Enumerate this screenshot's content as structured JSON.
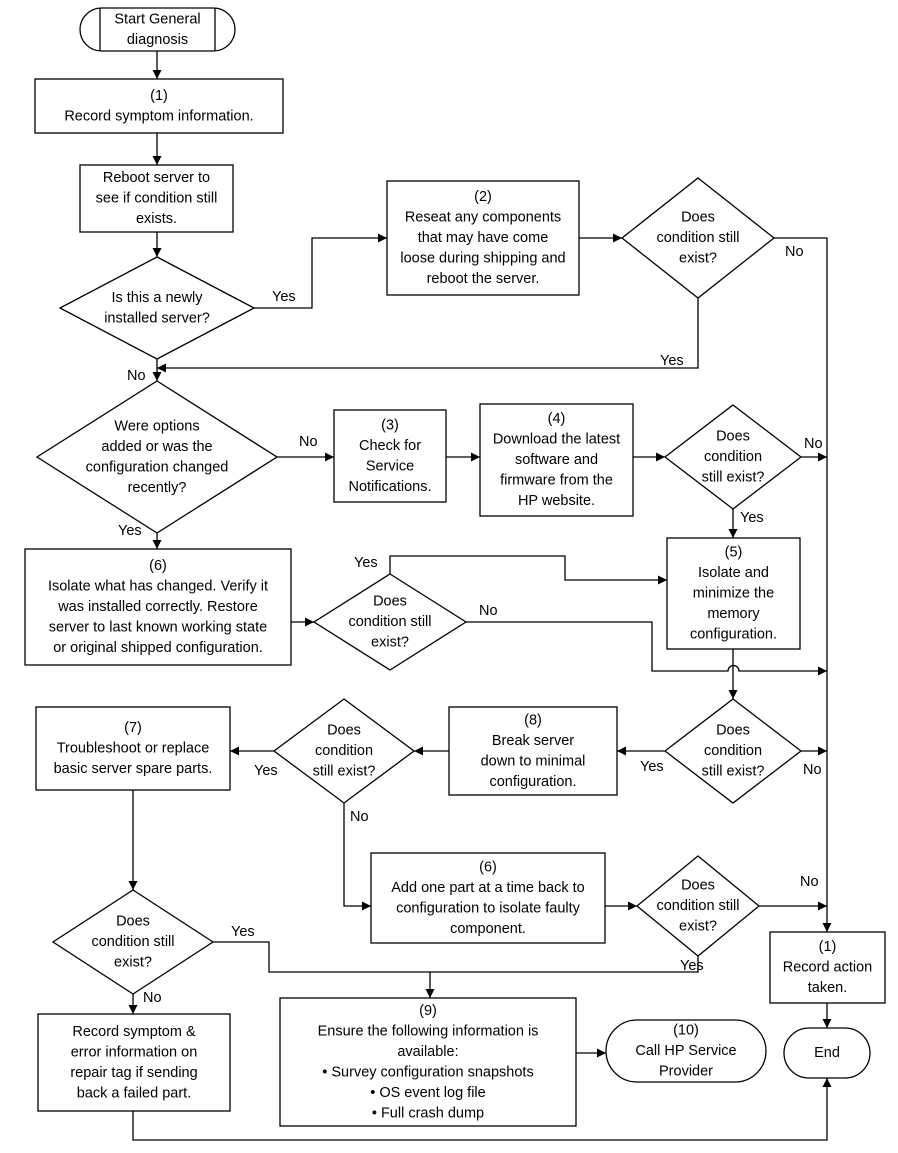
{
  "nodes": {
    "start": {
      "lines": [
        "Start General",
        "diagnosis"
      ]
    },
    "record_symptom": {
      "lines": [
        "(1)",
        "Record symptom information."
      ]
    },
    "reboot": {
      "lines": [
        "Reboot server to",
        "see if condition still",
        "exists."
      ]
    },
    "newly_installed": {
      "lines": [
        "Is this a newly",
        "installed server?"
      ]
    },
    "reseat": {
      "lines": [
        "(2)",
        "Reseat any components",
        "that may have come",
        "loose during shipping and",
        "reboot the server."
      ]
    },
    "cond_reseat": {
      "lines": [
        "Does",
        "condition still",
        "exist?"
      ]
    },
    "options_changed": {
      "lines": [
        "Were options",
        "added or was the",
        "configuration changed",
        "recently?"
      ]
    },
    "check_notifications": {
      "lines": [
        "(3)",
        "Check for",
        "Service",
        "Notifications."
      ]
    },
    "download": {
      "lines": [
        "(4)",
        "Download the latest",
        "software and",
        "firmware from the",
        "HP website."
      ]
    },
    "cond_download": {
      "lines": [
        "Does",
        "condition",
        "still exist?"
      ]
    },
    "isolate_changed": {
      "lines": [
        "(6)",
        "Isolate what has changed. Verify it",
        "was installed correctly.  Restore",
        "server to last known working state",
        "or original shipped configuration."
      ]
    },
    "cond_isolate": {
      "lines": [
        "Does",
        "condition still",
        "exist?"
      ]
    },
    "isolate_memory": {
      "lines": [
        "(5)",
        "Isolate and",
        "minimize the",
        "memory",
        "configuration."
      ]
    },
    "cond_memory": {
      "lines": [
        "Does",
        "condition",
        "still exist?"
      ]
    },
    "break_server": {
      "lines": [
        "(8)",
        "Break server",
        "down to minimal",
        "configuration."
      ]
    },
    "cond_break": {
      "lines": [
        "Does",
        "condition",
        "still exist?"
      ]
    },
    "troubleshoot": {
      "lines": [
        "(7)",
        "Troubleshoot or replace",
        "basic server spare parts."
      ]
    },
    "add_part": {
      "lines": [
        "(6)",
        "Add one part at a time back to",
        "configuration to isolate faulty",
        "component."
      ]
    },
    "cond_add": {
      "lines": [
        "Does",
        "condition still",
        "exist?"
      ]
    },
    "cond_troubleshoot": {
      "lines": [
        "Does",
        "condition still",
        "exist?"
      ]
    },
    "record_action": {
      "lines": [
        "(1)",
        "Record action",
        "taken."
      ]
    },
    "record_error": {
      "lines": [
        "Record symptom &",
        "error information on",
        "repair tag if sending",
        "back a failed part."
      ]
    },
    "ensure_info": {
      "lines": [
        "(9)",
        "Ensure the following information is",
        "available:",
        "Survey configuration snapshots",
        "OS event log file",
        "Full crash dump"
      ]
    },
    "call_hp": {
      "lines": [
        "(10)",
        "Call HP Service",
        "Provider"
      ]
    },
    "end": {
      "lines": [
        "End"
      ]
    }
  },
  "bullet_char": "•",
  "edge_labels": {
    "newly_yes": "Yes",
    "newly_no": "No",
    "reseat_no": "No",
    "reseat_yes": "Yes",
    "options_no": "No",
    "options_yes": "Yes",
    "download_no": "No",
    "download_yes": "Yes",
    "isolate_yes": "Yes",
    "isolate_no": "No",
    "memory_yes": "Yes",
    "memory_no": "No",
    "break_yes": "Yes",
    "break_no": "No",
    "add_no": "No",
    "add_yes": "Yes",
    "troubleshoot_yes": "Yes",
    "troubleshoot_no": "No"
  }
}
